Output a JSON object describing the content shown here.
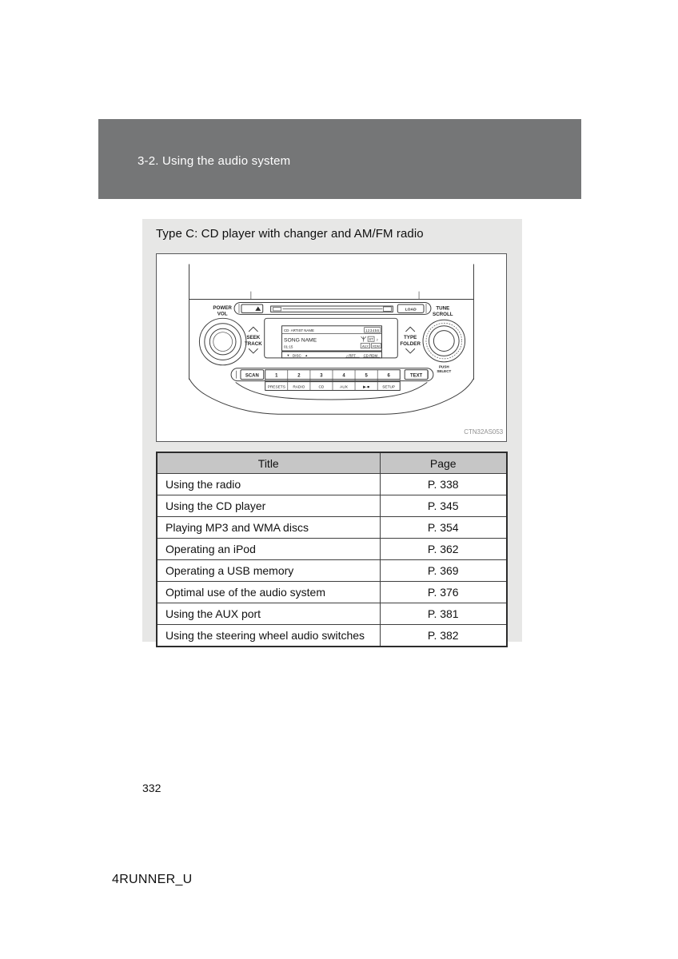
{
  "header": {
    "section": "3-2. Using the audio system"
  },
  "content": {
    "title": "Type C: CD player with changer and AM/FM radio",
    "figure": {
      "caption": "CTN32AS053",
      "device": {
        "power_vol": [
          "POWER",
          "VOL"
        ],
        "seek_track": [
          "SEEK",
          "TRACK"
        ],
        "tune_scroll": [
          "TUNE",
          "SCROLL"
        ],
        "type_folder": [
          "TYPE",
          "FOLDER"
        ],
        "push_select": [
          "PUSH",
          "SELECT"
        ],
        "load": "LOAD",
        "scan": "SCAN",
        "text_btn": "TEXT",
        "preset_numbers": [
          "1",
          "2",
          "3",
          "4",
          "5",
          "6"
        ],
        "mode_labels": [
          "PRESETS",
          "RADIO",
          "CD",
          "AUX",
          "▶·■",
          "SETUP"
        ],
        "display": {
          "source": "CD· ARTIST NAME",
          "disc_indicator": "123456",
          "song": "SONG NAME",
          "time": "01:15",
          "stereo": "ST",
          "note": "♪",
          "aux": "AUX",
          "rdm_box": "RDM",
          "disc_down": "▼",
          "disc_label": "DISC",
          "disc_up": "▲",
          "rpt": "♪ RPT",
          "rdm": "CD RDM"
        }
      }
    },
    "table": {
      "headers": [
        "Title",
        "Page"
      ],
      "rows": [
        {
          "title": "Using the radio",
          "page": "P. 338"
        },
        {
          "title": "Using the CD player",
          "page": "P. 345"
        },
        {
          "title": "Playing MP3 and WMA discs",
          "page": "P. 354"
        },
        {
          "title": "Operating an iPod",
          "page": "P. 362"
        },
        {
          "title": "Operating a USB memory",
          "page": "P. 369"
        },
        {
          "title": "Optimal use of the audio system",
          "page": "P. 376"
        },
        {
          "title": "Using the AUX port",
          "page": "P. 381"
        },
        {
          "title": "Using the steering wheel audio switches",
          "page": "P. 382"
        }
      ]
    }
  },
  "footer": {
    "page_number": "332",
    "model_code": "4RUNNER_U"
  },
  "colors": {
    "header_bar": "#757677",
    "panel_bg": "#e7e7e6",
    "table_header_bg": "#c6c6c6",
    "line_art": "#3c3c3c",
    "caption_gray": "#8f8f8f"
  }
}
